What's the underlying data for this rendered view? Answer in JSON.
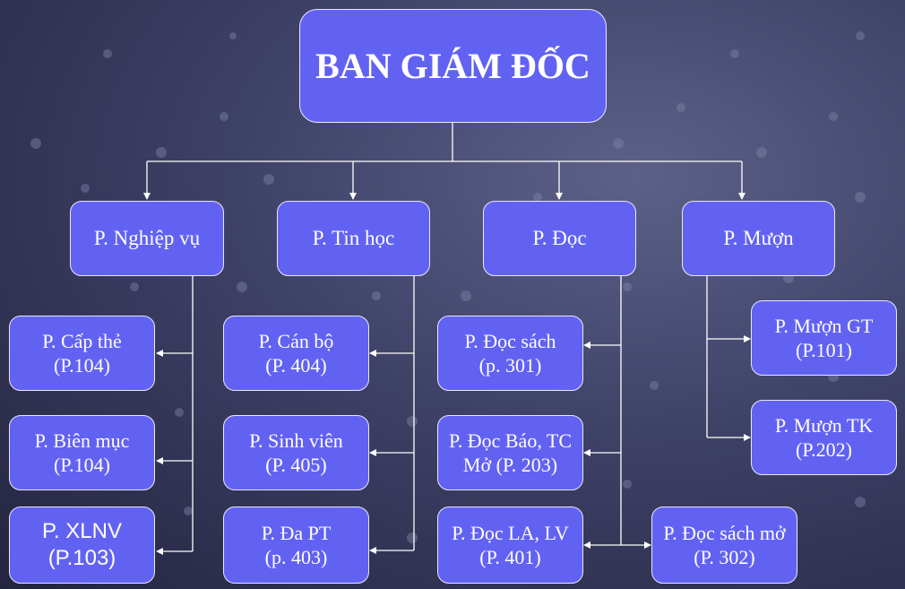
{
  "root": "BAN GIÁM ĐỐC",
  "depts": {
    "nghiepvu": "P. Nghiệp vụ",
    "tinhoc": "P. Tin học",
    "doc": "P. Đọc",
    "muon": "P. Mượn"
  },
  "nghiepvu_sub": [
    {
      "name": "P. Cấp thẻ",
      "room": "(P.104)"
    },
    {
      "name": "P. Biên mục",
      "room": "(P.104)"
    },
    {
      "name": "P. XLNV",
      "room": "(P.103)"
    }
  ],
  "tinhoc_sub": [
    {
      "name": "P.  Cán bộ",
      "room": "(P. 404)"
    },
    {
      "name": "P. Sinh viên",
      "room": "(P. 405)"
    },
    {
      "name": "P. Đa PT",
      "room": "(p. 403)"
    }
  ],
  "doc_sub": [
    {
      "name": "P. Đọc sách",
      "room": "(p. 301)"
    },
    {
      "name": "P. Đọc Báo, TC",
      "room": "Mở (P. 203)"
    },
    {
      "name": "P. Đọc LA, LV",
      "room": "(P. 401)"
    },
    {
      "name": "P. Đọc sách mở",
      "room": "(P.  302)"
    }
  ],
  "muon_sub": [
    {
      "name": "P. Mượn GT",
      "room": "(P.101)"
    },
    {
      "name": "P. Mượn TK",
      "room": "(P.202)"
    }
  ]
}
